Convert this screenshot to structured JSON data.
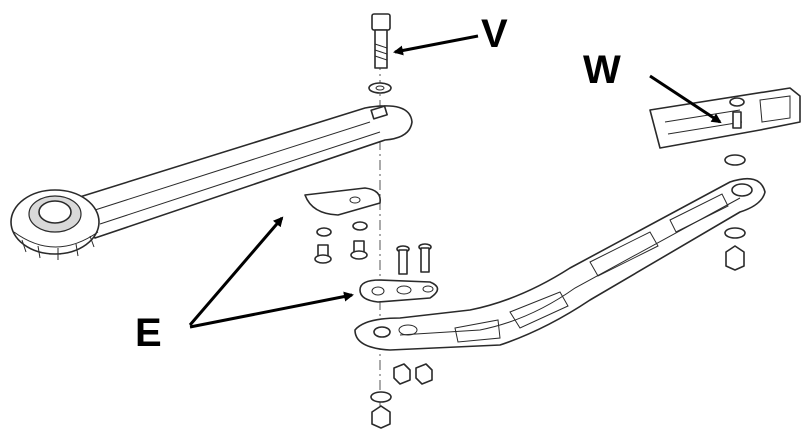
{
  "callouts": {
    "v": "V",
    "w": "W",
    "e": "E"
  },
  "colors": {
    "line": "#2a2a2a",
    "arrow": "#000000",
    "background": "#ffffff"
  }
}
